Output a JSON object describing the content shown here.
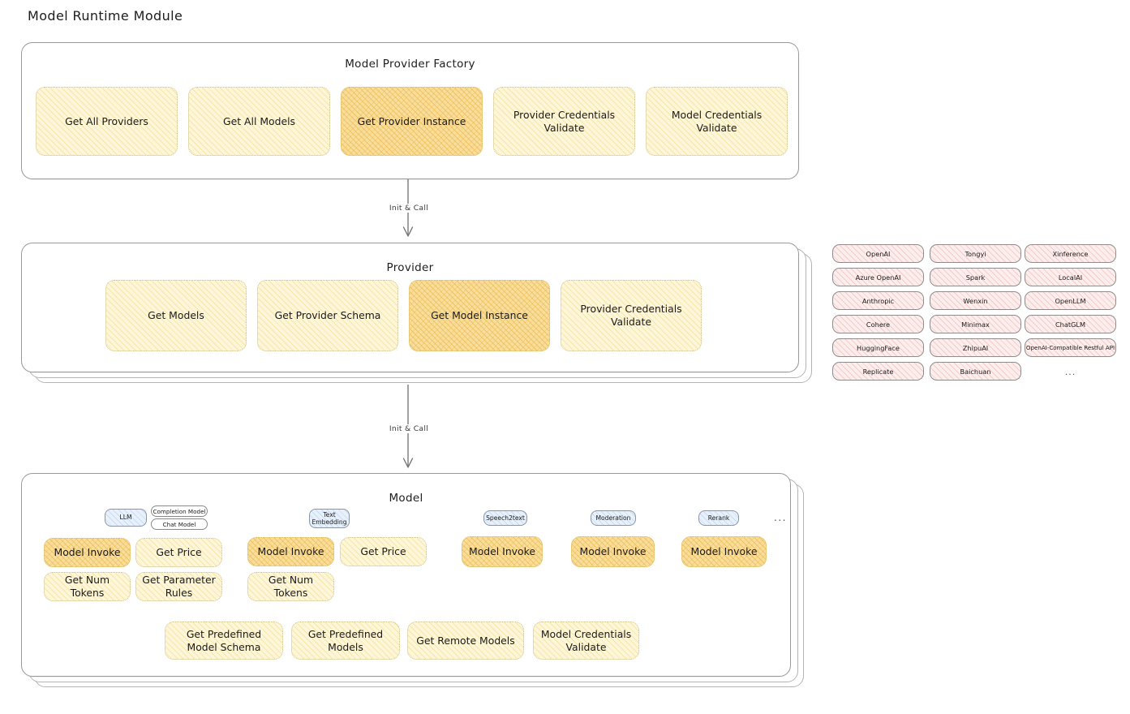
{
  "page": {
    "title": "Model Runtime Module"
  },
  "sections": {
    "factory": {
      "title": "Model Provider Factory",
      "items": [
        {
          "label": "Get All Providers",
          "highlight": false
        },
        {
          "label": "Get All Models",
          "highlight": false
        },
        {
          "label": "Get Provider Instance",
          "highlight": true
        },
        {
          "label": "Provider Credentials Validate",
          "highlight": false
        },
        {
          "label": "Model Credentials Validate",
          "highlight": false
        }
      ]
    },
    "provider": {
      "title": "Provider",
      "items": [
        {
          "label": "Get Models",
          "highlight": false
        },
        {
          "label": "Get Provider Schema",
          "highlight": false
        },
        {
          "label": "Get Model Instance",
          "highlight": true
        },
        {
          "label": "Provider Credentials Validate",
          "highlight": false
        }
      ]
    },
    "model": {
      "title": "Model",
      "types": [
        {
          "name": "LLM",
          "subtypes": [
            "Completion Model",
            "Chat Model"
          ],
          "methods": [
            {
              "label": "Model Invoke",
              "highlight": true
            },
            {
              "label": "Get Price",
              "highlight": false
            },
            {
              "label": "Get Num Tokens",
              "highlight": false
            },
            {
              "label": "Get Parameter Rules",
              "highlight": false
            }
          ]
        },
        {
          "name": "Text Embedding",
          "subtypes": [],
          "methods": [
            {
              "label": "Model Invoke",
              "highlight": true
            },
            {
              "label": "Get Price",
              "highlight": false
            },
            {
              "label": "Get Num Tokens",
              "highlight": false
            }
          ]
        },
        {
          "name": "Speech2text",
          "subtypes": [],
          "methods": [
            {
              "label": "Model Invoke",
              "highlight": true
            }
          ]
        },
        {
          "name": "Moderation",
          "subtypes": [],
          "methods": [
            {
              "label": "Model Invoke",
              "highlight": true
            }
          ]
        },
        {
          "name": "Rerank",
          "subtypes": [],
          "methods": [
            {
              "label": "Model Invoke",
              "highlight": true
            }
          ]
        }
      ],
      "more": "...",
      "shared_methods": [
        {
          "label": "Get Predefined Model Schema"
        },
        {
          "label": "Get Predefined Models"
        },
        {
          "label": "Get Remote Models"
        },
        {
          "label": "Model Credentials Validate"
        }
      ]
    }
  },
  "arrows": [
    {
      "label": "Init & Call"
    },
    {
      "label": "Init & Call"
    }
  ],
  "providers": {
    "columns": [
      [
        "OpenAI",
        "Azure OpenAI",
        "Anthropic",
        "Cohere",
        "HuggingFace",
        "Replicate"
      ],
      [
        "Tongyi",
        "Spark",
        "Wenxin",
        "Minimax",
        "ZhipuAI",
        "Baichuan"
      ],
      [
        "Xinference",
        "LocalAI",
        "OpenLLM",
        "ChatGLM",
        "OpenAI-Compatible Restful API"
      ]
    ],
    "more": "..."
  },
  "colors": {
    "highlight_fill": "#f9dd9b",
    "normal_fill": "#fdf6d9",
    "provider_chip_fill": "#fdeeee",
    "model_type_chip_fill": "#e8f1fb",
    "card_border": "#9a9a9a"
  }
}
